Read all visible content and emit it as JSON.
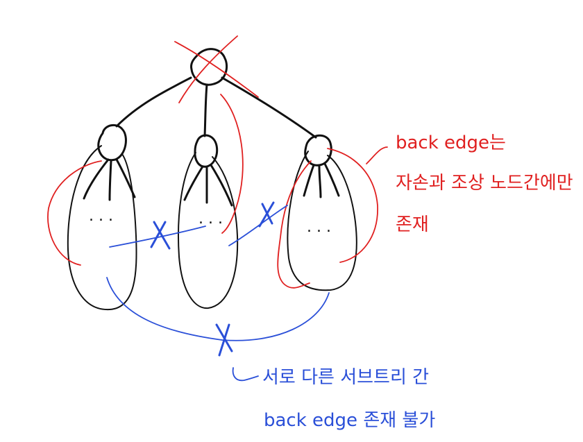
{
  "colors": {
    "ink": "#111111",
    "red": "#e02020",
    "blue": "#2a4fd8"
  },
  "annotations": {
    "red_note_line1": "back edge는",
    "red_note_line2": "자손과 조상 노드간에만",
    "red_note_line3": "존재",
    "blue_note_line1": "서로 다른 서브트리 간",
    "blue_note_line2": "back edge 존재 불가"
  },
  "subtrees": [
    {
      "ellipsis": ". . ."
    },
    {
      "ellipsis": ". . ."
    },
    {
      "ellipsis": ". . ."
    }
  ],
  "icons": {
    "cross_mark": "x-mark-icon"
  }
}
